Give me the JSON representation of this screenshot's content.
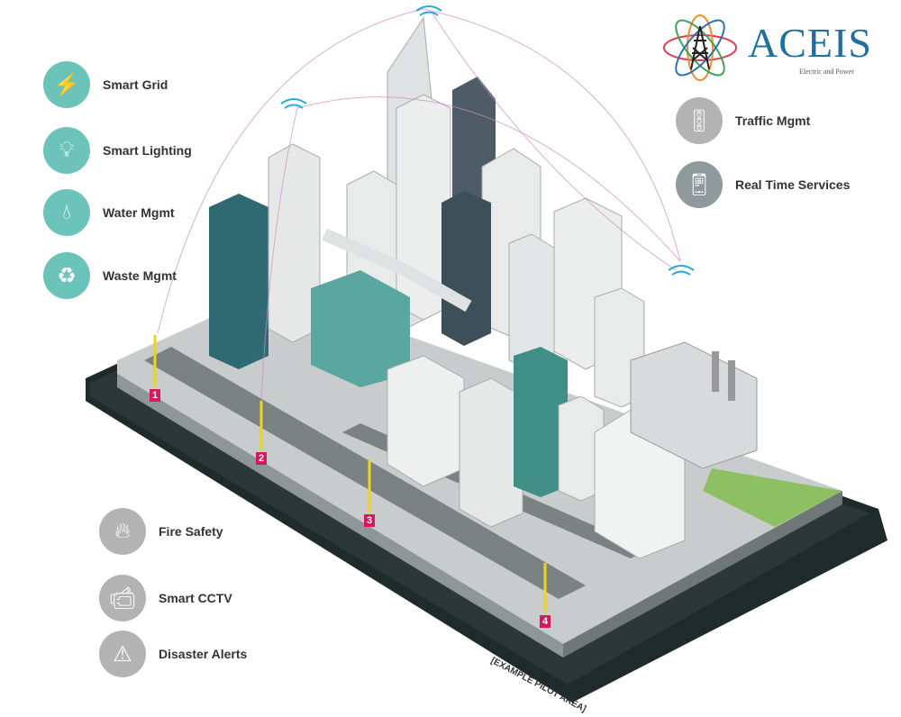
{
  "brand": {
    "name": "ACEIS",
    "tagline": "Electric and Power"
  },
  "left_features": [
    {
      "label": "Smart Grid",
      "icon": "power-tower-icon"
    },
    {
      "label": "Smart Lighting",
      "icon": "light-bulb-icon"
    },
    {
      "label": "Water Mgmt",
      "icon": "water-hand-icon"
    },
    {
      "label": "Waste Mgmt",
      "icon": "recycle-bin-icon"
    }
  ],
  "right_features": [
    {
      "label": "Traffic Mgmt",
      "icon": "traffic-light-icon"
    },
    {
      "label": "Real Time Services",
      "icon": "smartphone-icon"
    }
  ],
  "bottom_features": [
    {
      "label": "Fire Safety",
      "icon": "fire-icon"
    },
    {
      "label": "Smart CCTV",
      "icon": "cctv-icon"
    },
    {
      "label": "Disaster Alerts",
      "icon": "alert-icon"
    }
  ],
  "markers": [
    "1",
    "2",
    "3",
    "4"
  ],
  "pilot_label": "[EXAMPLE PILOT AREA]",
  "colors": {
    "teal": "#6cc3b9",
    "grey": "#b3b3b3",
    "marker": "#d6195a",
    "brand": "#1f6f9f"
  }
}
